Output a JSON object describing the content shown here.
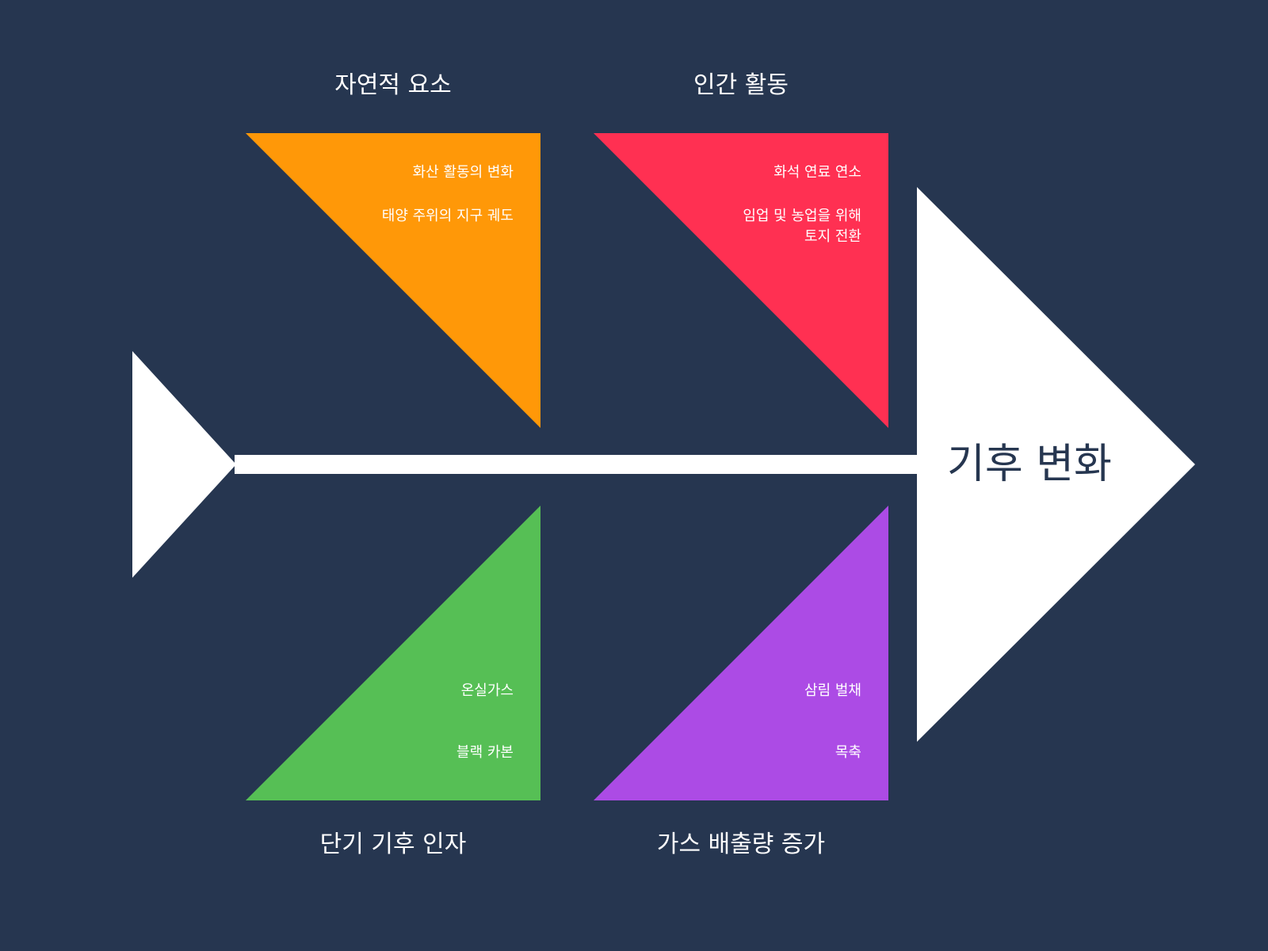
{
  "effect": {
    "label": "기후 변화"
  },
  "categories": {
    "top_left": {
      "label": "자연적 요소",
      "color": "#FF9808",
      "causes": [
        "화산 활동의 변화",
        "태양 주위의 지구 궤도"
      ]
    },
    "top_right": {
      "label": "인간 활동",
      "color": "#FF3052",
      "causes": [
        "화석 연료 연소",
        "임업 및 농업을 위해\n토지 전환"
      ]
    },
    "bottom_left": {
      "label": "단기 기후 인자",
      "color": "#56BF55",
      "causes": [
        "온실가스",
        "블랙 카본"
      ]
    },
    "bottom_right": {
      "label": "가스 배출량 증가",
      "color": "#AC4BE5",
      "causes": [
        "삼림 벌채",
        "목축"
      ]
    }
  },
  "colors": {
    "background": "#263650",
    "spine": "#FFFFFF",
    "effect_text": "#263650"
  }
}
